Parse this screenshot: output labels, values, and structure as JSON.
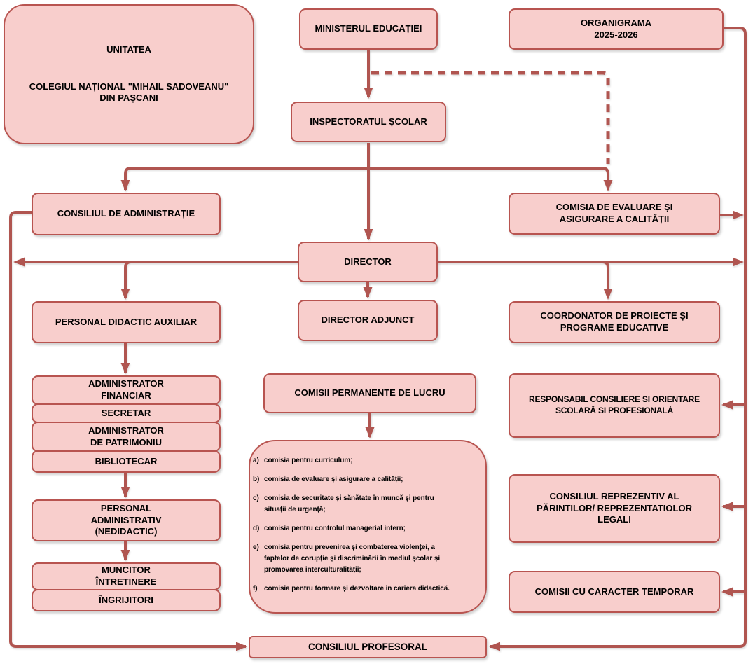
{
  "colors": {
    "node_fill": "#f8cecc",
    "node_border": "#b85450",
    "connector": "#b05550",
    "text": "#000000",
    "background": "#ffffff"
  },
  "nodes": {
    "unitatea": {
      "title": "UNITATEA",
      "subtitle": "COLEGIUL NAȚIONAL \"MIHAIL SADOVEANU\"\nDIN PAȘCANI"
    },
    "ministerul_educatiei": {
      "label": "MINISTERUL EDUCAȚIEI"
    },
    "organigrama": {
      "label": "ORGANIGRAMA\n2025-2026"
    },
    "inspectoratul_scolar": {
      "label": "INSPECTORATUL ȘCOLAR"
    },
    "consiliul_de_administratie": {
      "label": "CONSILIUL DE ADMINISTRAȚIE"
    },
    "comisia_evaluare": {
      "label": "COMISIA DE EVALUARE ȘI\nASIGURARE A CALITĂȚII"
    },
    "director": {
      "label": "DIRECTOR"
    },
    "personal_didactic_auxiliar": {
      "label": "PERSONAL DIDACTIC AUXILIAR"
    },
    "director_adjunct": {
      "label": "DIRECTOR ADJUNCT"
    },
    "coordonator_proiecte": {
      "label": "COORDONATOR DE PROIECTE ȘI\nPROGRAME EDUCATIVE"
    },
    "administrator_financiar": {
      "label": "ADMINISTRATOR\nFINANCIAR"
    },
    "secretar": {
      "label": "SECRETAR"
    },
    "administrator_patrimoniu": {
      "label": "ADMINISTRATOR\nDE PATRIMONIU"
    },
    "bibliotecar": {
      "label": "BIBLIOTECAR"
    },
    "comisii_permanente": {
      "label": "COMISII PERMANENTE DE LUCRU"
    },
    "responsabil_consiliere": {
      "label": "RESPONSABIL CONSILIERE SI ORIENTARE\nSCOLARĂ SI PROFESIONALÀ"
    },
    "personal_administrativ": {
      "label": "PERSONAL\nADMINISTRATIV\n(NEDIDACTIC)"
    },
    "muncitor_intretinere": {
      "label": "MUNCITOR\nÎNTRETINERE"
    },
    "ingrijitori": {
      "label": "ÎNGRIJITORI"
    },
    "consiliul_reprezentiv": {
      "label": "CONSILIUL REPREZENTIV AL\nPĂRINTILOR/ REPREZENTATIOLOR\nLEGALI"
    },
    "comisii_temporar": {
      "label": "COMISII CU CARACTER TEMPORAR"
    },
    "consiliul_profesoral": {
      "label": "CONSILIUL PROFESORAL"
    }
  },
  "comisii_list": {
    "items": [
      {
        "marker": "a)",
        "text": "comisia pentru curriculum;"
      },
      {
        "marker": "b)",
        "text": "comisia de evaluare și asigurare a calității;"
      },
      {
        "marker": "c)",
        "text": "comisia de securitate și sănătate în muncă și pentru\nsituații de urgență;"
      },
      {
        "marker": "d)",
        "text": "comisia pentru controlul managerial intern;"
      },
      {
        "marker": "e)",
        "text": "comisia pentru prevenirea și combaterea violenței, a\nfaptelor de corupție și discriminării în mediul școlar și\npromovarea interculturalității;"
      },
      {
        "marker": "f)",
        "text": "comisia pentru formare și dezvoltare în cariera didactică."
      }
    ]
  }
}
